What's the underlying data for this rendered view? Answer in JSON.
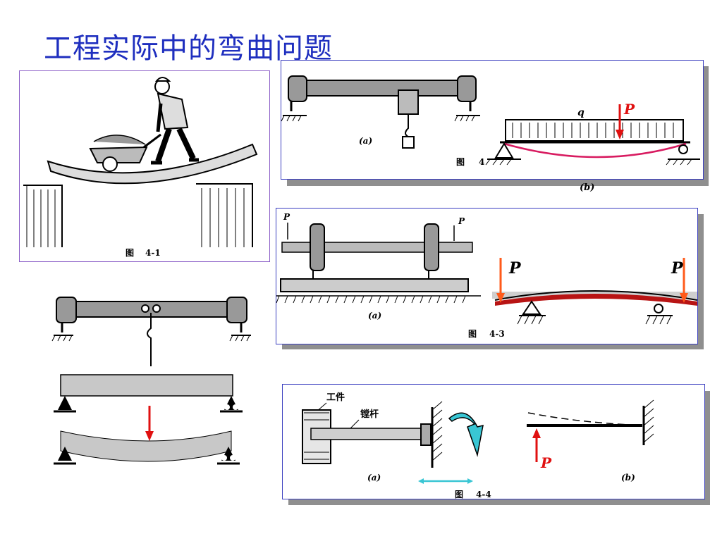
{
  "slide": {
    "title": "工程实际中的弯曲问题"
  },
  "fig41": {
    "caption_label": "图",
    "caption_number": "4-1"
  },
  "fig42": {
    "sub_a": "(a)",
    "sub_b": "(b)",
    "caption_label": "图",
    "caption_number": "4",
    "load_q": "q",
    "load_p": "P"
  },
  "fig43": {
    "sub_a": "(a)",
    "caption_label": "图",
    "caption_number": "4-3",
    "p_left": "P",
    "p_right": "P",
    "p_left_b": "P",
    "p_right_b": "P"
  },
  "fig44": {
    "sub_a": "(a)",
    "sub_b": "(b)",
    "caption_label": "图",
    "caption_number": "4-4",
    "workpiece": "工件",
    "boring_bar": "镗杆",
    "load_p": "P"
  },
  "colors": {
    "title": "#1f2fbf",
    "panel_border": "#3b3fc0",
    "arrow_red": "#e01010",
    "beam_curve": "#d81b60",
    "twist_cyan": "#39c6d4"
  }
}
